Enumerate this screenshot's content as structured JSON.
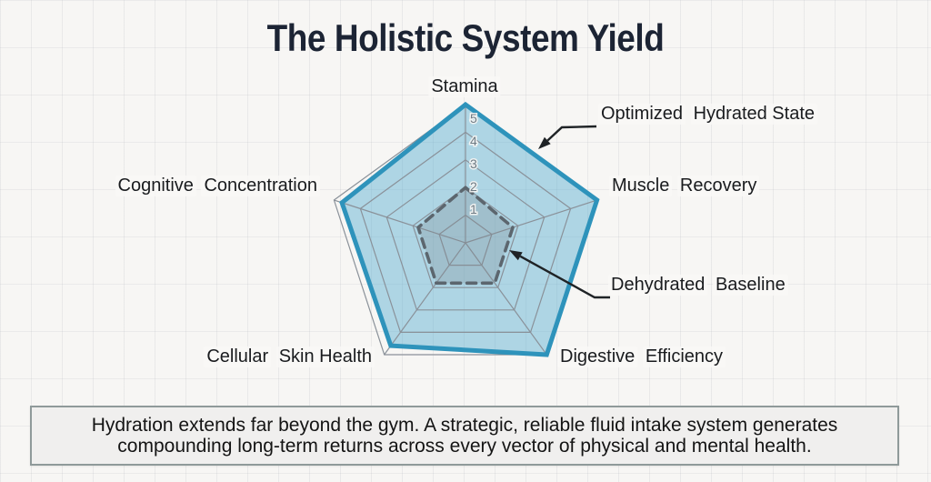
{
  "page": {
    "title": "The Holistic System Yield",
    "caption": "Hydration extends far beyond the gym. A strategic, reliable fluid intake system generates compounding long-term returns across every vector of physical and mental health."
  },
  "chart_data": {
    "type": "radar",
    "title": "The Holistic System Yield",
    "categories": [
      "Stamina",
      "Muscle Recovery",
      "Digestive Efficiency",
      "Cellular Skin Health",
      "Cognitive Concentration"
    ],
    "axis_label_lines": [
      [
        "Stamina"
      ],
      [
        "Muscle",
        "Recovery"
      ],
      [
        "Digestive",
        "Efficiency"
      ],
      [
        "Cellular",
        "Skin Health"
      ],
      [
        "Cognitive",
        "Concentration"
      ]
    ],
    "series": [
      {
        "name": "Optimized Hydrated State",
        "values": [
          5,
          5,
          5,
          4.6,
          4.7
        ],
        "style": "solid",
        "stroke_color": "#2e93bb",
        "fill_color": "rgba(74,166,204,0.42)"
      },
      {
        "name": "Dehydrated Baseline",
        "values": [
          2,
          1.8,
          1.8,
          1.8,
          1.8
        ],
        "style": "dashed",
        "stroke_color": "#5c666e",
        "fill_color": "rgba(125,136,145,0.28)"
      }
    ],
    "ticks": [
      1,
      2,
      3,
      4,
      5
    ],
    "rmax": 5,
    "grid": true,
    "gridline_color": "#8a9199",
    "tick_color": "#6e7b84",
    "legend_position": "callout-annotations",
    "annotations": [
      {
        "lines": [
          "Optimized",
          "Hydrated State"
        ],
        "series": "Optimized Hydrated State"
      },
      {
        "lines": [
          "Dehydrated",
          "Baseline"
        ],
        "series": "Dehydrated Baseline"
      }
    ]
  },
  "colors": {
    "background": "#f7f6f4",
    "title": "#1c2434",
    "label": "#191b1e",
    "arrow": "#1f2326",
    "caption_box_bg": "#f0efee",
    "caption_box_border": "#8f9a9a"
  }
}
